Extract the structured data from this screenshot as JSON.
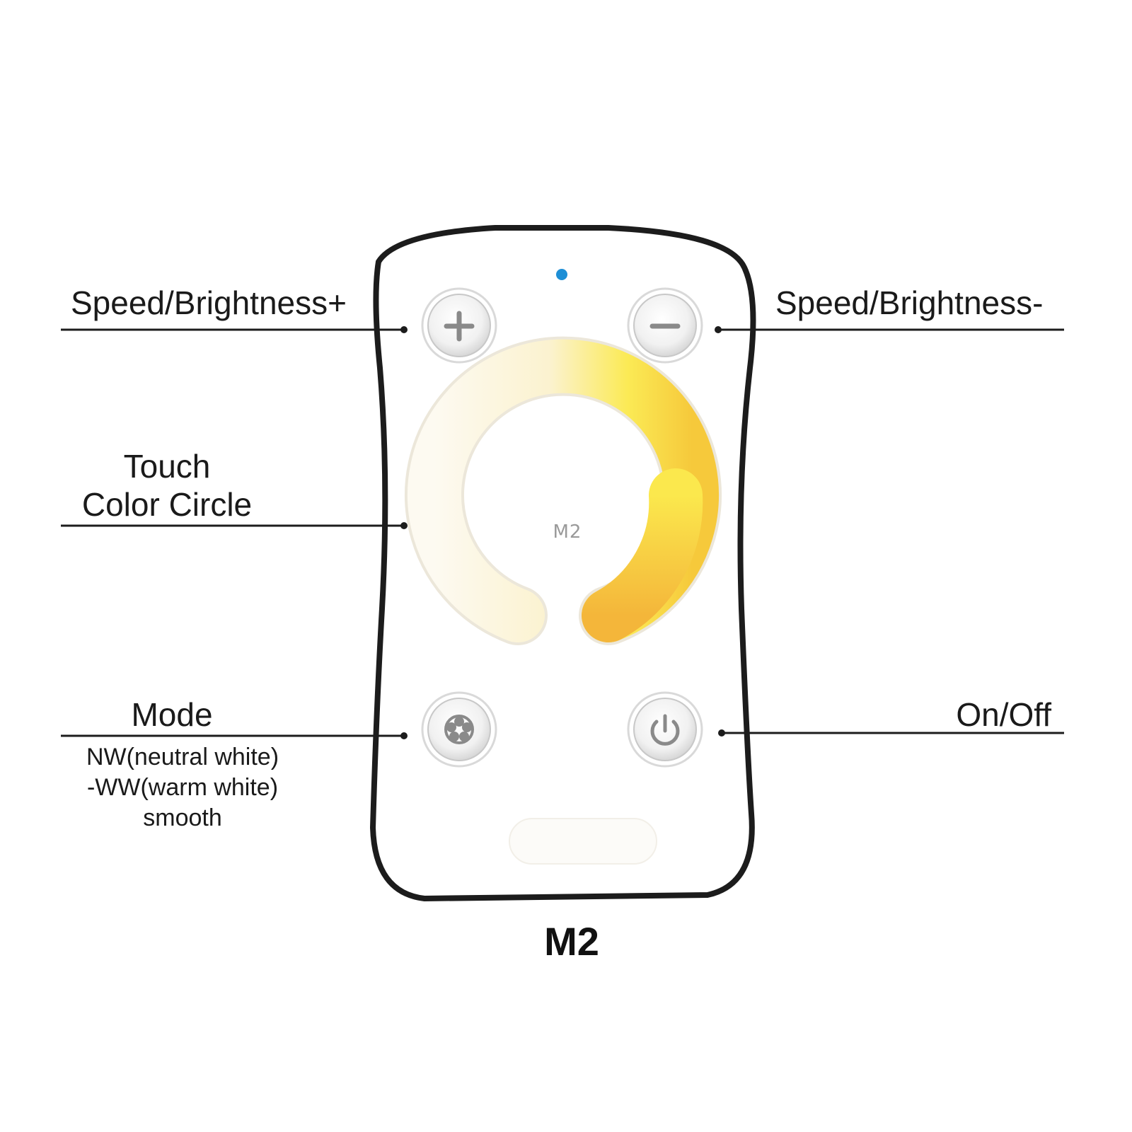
{
  "colors": {
    "outline": "#1c1c1c",
    "led": "#1e8fd6",
    "ring_warm": "#f4b63a",
    "ring_neutral": "#fbf6ea"
  },
  "callouts": {
    "brightness_up": "Speed/Brightness+",
    "brightness_down": "Speed/Brightness-",
    "touch_line1": "Touch",
    "touch_line2": "Color Circle",
    "mode": "Mode",
    "mode_desc_line1": "NW(neutral white)",
    "mode_desc_line2": "-WW(warm white)",
    "mode_desc_line3": "smooth",
    "onoff": "On/Off"
  },
  "remote": {
    "center_logo": "M2",
    "model_label": "M2"
  },
  "icons": {
    "plus": "plus-icon",
    "minus": "minus-icon",
    "mode": "mode-dots-icon",
    "power": "power-icon"
  }
}
